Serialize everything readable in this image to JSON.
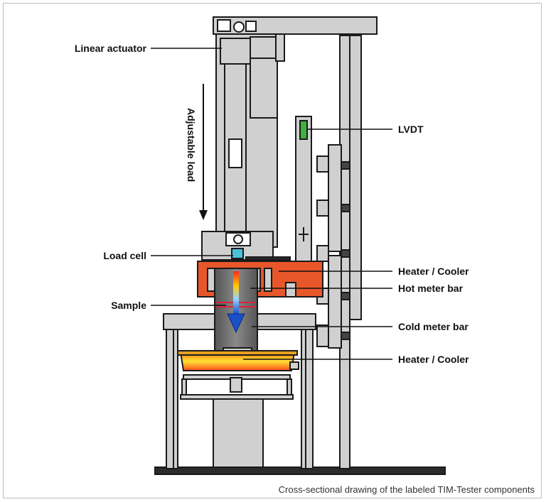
{
  "labels": {
    "linear_actuator": "Linear actuator",
    "adjustable_load": "Adjustable load",
    "lvdt": "LVDT",
    "load_cell": "Load cell",
    "heater_cooler_top": "Heater / Cooler",
    "hot_meter_bar": "Hot meter bar",
    "sample": "Sample",
    "cold_meter_bar": "Cold meter bar",
    "heater_cooler_bottom": "Heater / Cooler"
  },
  "caption": "Cross-sectional drawing of the labeled TIM-Tester components",
  "colors": {
    "metal": "#d0d0d0",
    "outline": "#1a1a1a",
    "dark_metal": "#6e6e6e",
    "heater": "#e8572a",
    "lvdt": "#3cb43c",
    "load_cell": "#49c2d8",
    "base": "#2b2b2b"
  }
}
